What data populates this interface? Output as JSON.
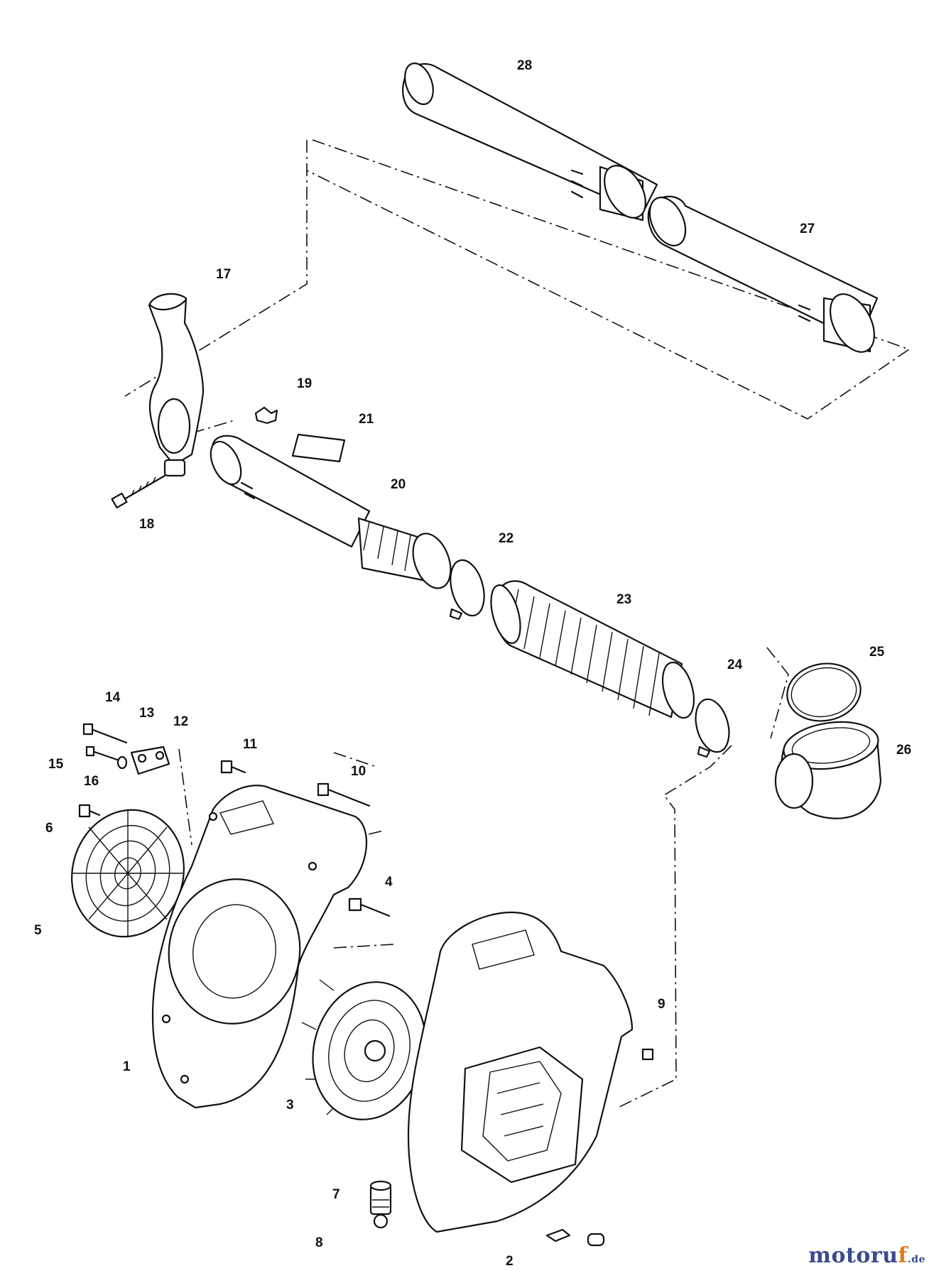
{
  "part_labels": [
    "1",
    "2",
    "3",
    "4",
    "5",
    "6",
    "7",
    "8",
    "9",
    "10",
    "11",
    "12",
    "13",
    "14",
    "15",
    "16",
    "17",
    "18",
    "19",
    "20",
    "21",
    "22",
    "23",
    "24",
    "25",
    "26",
    "27",
    "28"
  ],
  "watermark": {
    "name": "motoruf",
    "accent_letter": "f",
    "suffix": ".de"
  },
  "colors": {
    "line": "#111111",
    "watermark_primary": "#3a4a8c",
    "watermark_accent": "#e07b1a"
  }
}
